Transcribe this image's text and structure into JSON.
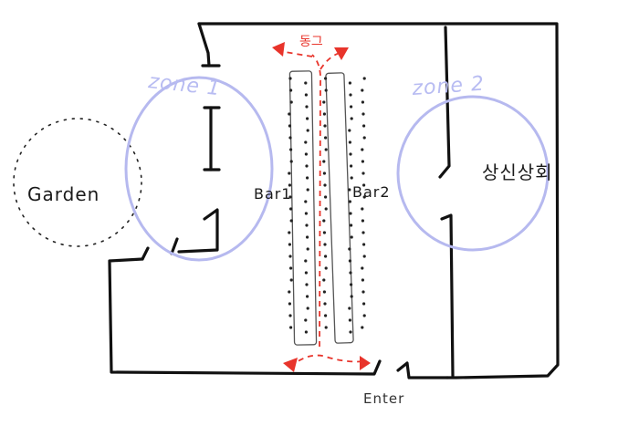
{
  "labels": {
    "zone1": "zone 1",
    "zone2": "zone 2",
    "garden": "Garden",
    "bar1": "Bar1",
    "bar2": "Bar2",
    "korean_room": "상신상회",
    "enter": "Enter",
    "flow_note": "동그"
  },
  "colors": {
    "wall": "#111111",
    "zone_outline": "#b6b9ef",
    "flow_arrows": "#e8342b",
    "garden_outline": "#222222"
  }
}
